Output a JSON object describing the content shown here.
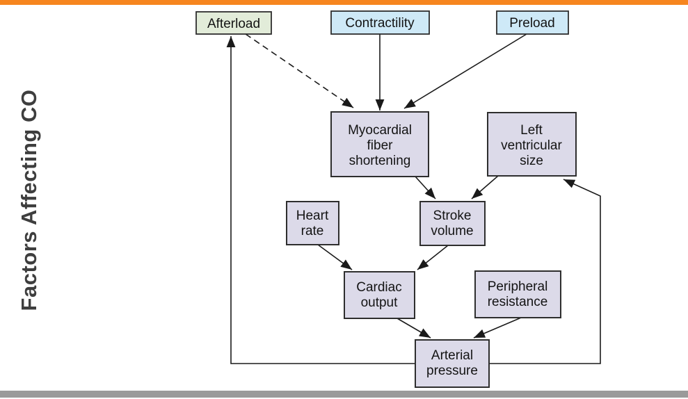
{
  "slide": {
    "vertical_title": "Factors Affecting CO"
  },
  "colors": {
    "top_bar": "#F6851F",
    "bottom_bar": "#9A9A9A",
    "box_green": "#E2ECD9",
    "box_blue": "#CEE9F7",
    "box_lavender": "#DCDAE9",
    "border": "#2E2E2E",
    "arrow": "#1A1A1A",
    "title_text": "#3E3E3E"
  },
  "nodes": {
    "afterload": {
      "label": "Afterload"
    },
    "contractility": {
      "label": "Contractility"
    },
    "preload": {
      "label": "Preload"
    },
    "myocardial_fiber_shortening": {
      "lines": [
        "Myocardial",
        "fiber",
        "shortening"
      ]
    },
    "left_ventricular_size": {
      "lines": [
        "Left",
        "ventricular",
        "size"
      ]
    },
    "heart_rate": {
      "lines": [
        "Heart",
        "rate"
      ]
    },
    "stroke_volume": {
      "lines": [
        "Stroke",
        "volume"
      ]
    },
    "cardiac_output": {
      "lines": [
        "Cardiac",
        "output"
      ]
    },
    "peripheral_resistance": {
      "lines": [
        "Peripheral",
        "resistance"
      ]
    },
    "arterial_pressure": {
      "lines": [
        "Arterial",
        "pressure"
      ]
    }
  },
  "edges": [
    {
      "from": "Contractility",
      "to": "Myocardial fiber shortening",
      "style": "solid"
    },
    {
      "from": "Preload",
      "to": "Myocardial fiber shortening",
      "style": "solid"
    },
    {
      "from": "Afterload",
      "to": "Myocardial fiber shortening",
      "style": "dashed"
    },
    {
      "from": "Myocardial fiber shortening",
      "to": "Stroke volume",
      "style": "solid"
    },
    {
      "from": "Left ventricular size",
      "to": "Stroke volume",
      "style": "solid"
    },
    {
      "from": "Heart rate",
      "to": "Cardiac output",
      "style": "solid"
    },
    {
      "from": "Stroke volume",
      "to": "Cardiac output",
      "style": "solid"
    },
    {
      "from": "Cardiac output",
      "to": "Arterial pressure",
      "style": "solid"
    },
    {
      "from": "Peripheral resistance",
      "to": "Arterial pressure",
      "style": "solid"
    },
    {
      "from": "Arterial pressure",
      "to": "Afterload",
      "style": "solid"
    },
    {
      "from": "Arterial pressure",
      "to": "Left ventricular size",
      "style": "solid"
    }
  ]
}
